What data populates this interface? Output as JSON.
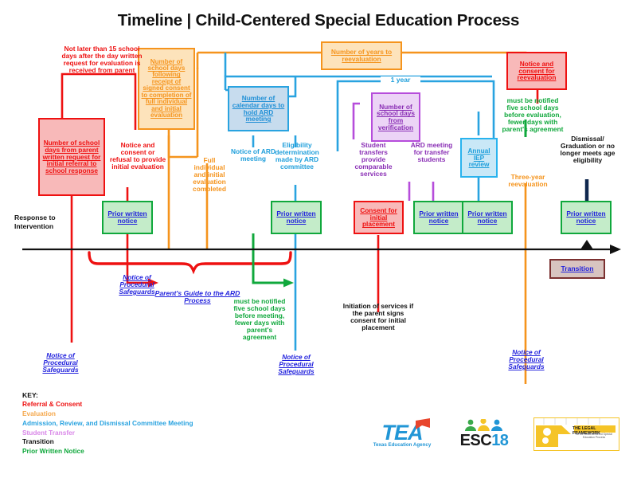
{
  "title": "Timeline | Child-Centered Special Education Process",
  "axis": {
    "left_label": "Response  to\nIntervention"
  },
  "colors": {
    "referral_consent": "#ee1111",
    "evaluation": "#f5941d",
    "ard_meeting": "#29a3e0",
    "student_transfer": "#b64ddb",
    "transition": "#111111",
    "prior_written_notice": "#10a83c",
    "link": "#2222dd"
  },
  "boxes": {
    "referral_days": "Number of school days from parent written request for initial referral to school response",
    "eval_days": "Number of school days following receipt of signed consent to completion of full individual and initial evaluation",
    "ard_days": "Number of calendar days to hold ARD meeting",
    "reeval_years": "Number of years to reevaluation",
    "verification_days": "Number of school days from verification",
    "notice_consent_reeval": "Notice and consent for reevaluation",
    "annual_iep": "Annual IEP review",
    "consent_initial_placement": "Consent for initial placement",
    "transition": "Transition",
    "pwn": "Prior written notice"
  },
  "annotations": {
    "not_later_than": "Not later than 15 school days after the day written request for evaluation is received from parent",
    "notice_consent_refusal": "Notice and consent or refusal to provide initial evaluation",
    "full_eval_completed": "Full individual and initial evaluation completed",
    "notice_of_ard": "Notice of ARD meeting",
    "eligibility_determination": "Eligibility determination made by ARD committee",
    "student_transfers": "Student transfers provide comparable services",
    "ard_transfer": "ARD meeting for transfer students",
    "one_year": "1 year",
    "must_be_notified_eval": "must be notified five school days before evaluation, fewer days with parent's agreement",
    "three_year_reeval": "Three-year reevaluation",
    "dismissal_graduation": "Dismissal/ Graduation or no longer meets age eligibility",
    "parents_guide": "Parent's Guide to the ARD Process",
    "must_be_notified_meeting": "must be notified five school days before meeting, fewer days with parent's agreement",
    "initiation_of_services": "Initiation of services if the parent signs consent for initial placement",
    "notice_procedural": "Notice of Procedural Safeguards"
  },
  "key": {
    "title": "KEY:",
    "items": [
      {
        "label": "Referral & Consent",
        "color": "#ee1111"
      },
      {
        "label": "Evaluation",
        "color": "#f5941d"
      },
      {
        "label": "Admission, Review, and Dismissal Committee Meeting",
        "color": "#29a3e0"
      },
      {
        "label": "Student Transfer",
        "color": "#d987e8"
      },
      {
        "label": "Transition",
        "color": "#111111"
      },
      {
        "label": "Prior Written Notice",
        "color": "#10a83c"
      }
    ]
  },
  "logos": {
    "tea": {
      "mark": "TEA",
      "caption": "Texas Education Agency"
    },
    "esc": {
      "mark_black": "ESC",
      "mark_blue": "18"
    },
    "legal_framework": {
      "title": "THE LEGAL FRAMEWORK",
      "subtitle": "for the Child-Centered Special Education Process"
    }
  }
}
